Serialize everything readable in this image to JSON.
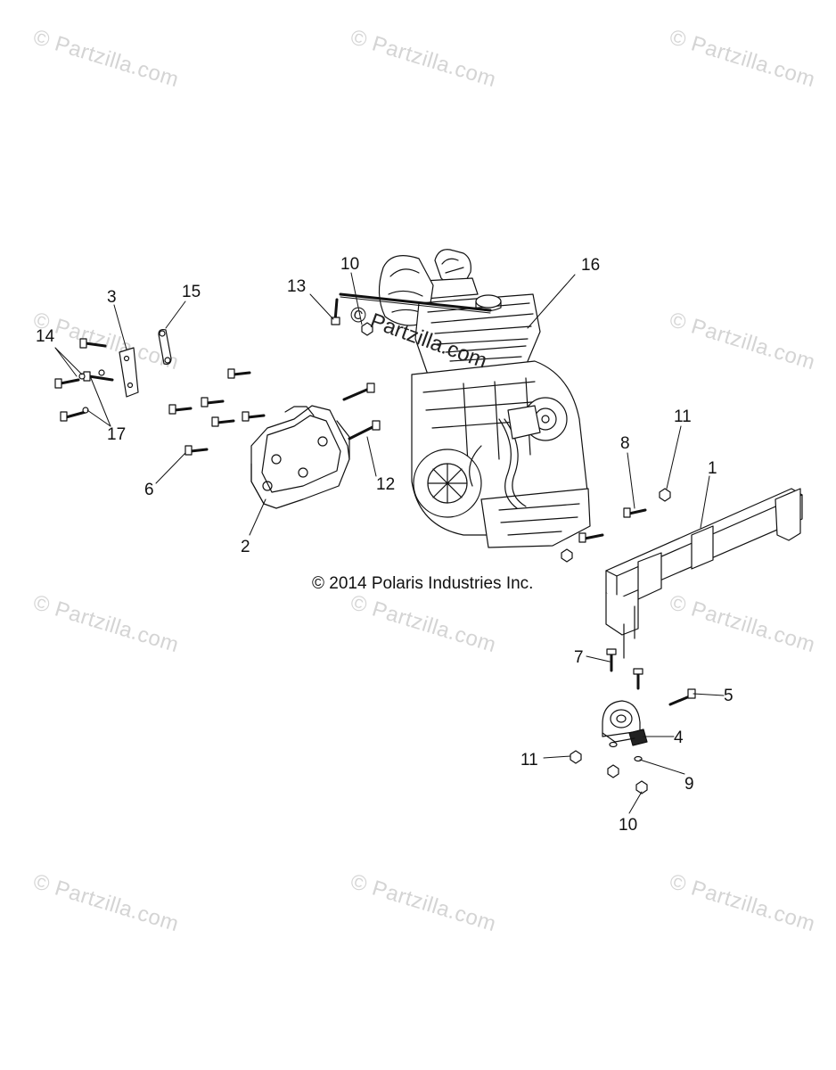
{
  "watermark": "© Partzilla.com",
  "copyright": "© 2014 Polaris Industries Inc.",
  "callouts": [
    {
      "id": "1",
      "label": "1"
    },
    {
      "id": "2",
      "label": "2"
    },
    {
      "id": "3",
      "label": "3"
    },
    {
      "id": "4",
      "label": "4"
    },
    {
      "id": "5",
      "label": "5"
    },
    {
      "id": "6",
      "label": "6"
    },
    {
      "id": "7",
      "label": "7"
    },
    {
      "id": "8",
      "label": "8"
    },
    {
      "id": "9",
      "label": "9"
    },
    {
      "id": "10a",
      "label": "10"
    },
    {
      "id": "10b",
      "label": "10"
    },
    {
      "id": "11a",
      "label": "11"
    },
    {
      "id": "11b",
      "label": "11"
    },
    {
      "id": "12",
      "label": "12"
    },
    {
      "id": "13",
      "label": "13"
    },
    {
      "id": "14",
      "label": "14"
    },
    {
      "id": "15",
      "label": "15"
    },
    {
      "id": "16",
      "label": "16"
    },
    {
      "id": "17",
      "label": "17"
    }
  ]
}
